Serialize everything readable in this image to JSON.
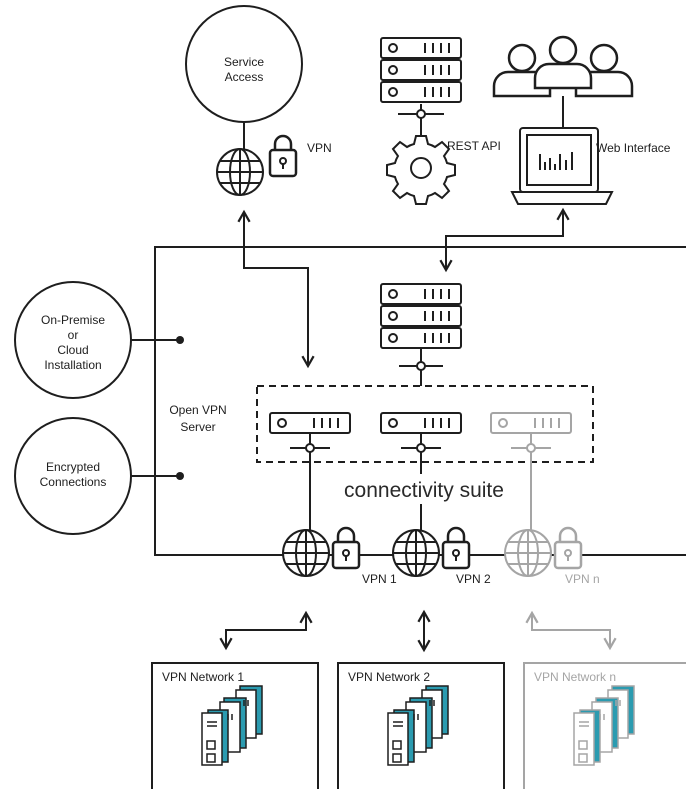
{
  "top": {
    "service_access_line1": "Service",
    "service_access_line2": "Access",
    "vpn_label": "VPN",
    "rest_api_label": "REST API",
    "web_interface_label": "Web Interface"
  },
  "left": {
    "onprem_line1": "On-Premise",
    "onprem_line2": "or",
    "onprem_line3": "Cloud",
    "onprem_line4": "Installation",
    "encrypted_line1": "Encrypted",
    "encrypted_line2": "Connections",
    "openvpn_line1": "Open VPN",
    "openvpn_line2": "Server"
  },
  "center": {
    "suite_title": "connectivity suite"
  },
  "vpns": [
    {
      "label": "VPN 1"
    },
    {
      "label": "VPN 2"
    },
    {
      "label": "VPN n"
    }
  ],
  "networks": [
    {
      "label": "VPN Network 1"
    },
    {
      "label": "VPN Network  2"
    },
    {
      "label": "VPN Network  n"
    }
  ],
  "colors": {
    "line": "#1e1e1e",
    "faded": "#a5a5a5",
    "accent_teal": "#2b9bb0"
  }
}
